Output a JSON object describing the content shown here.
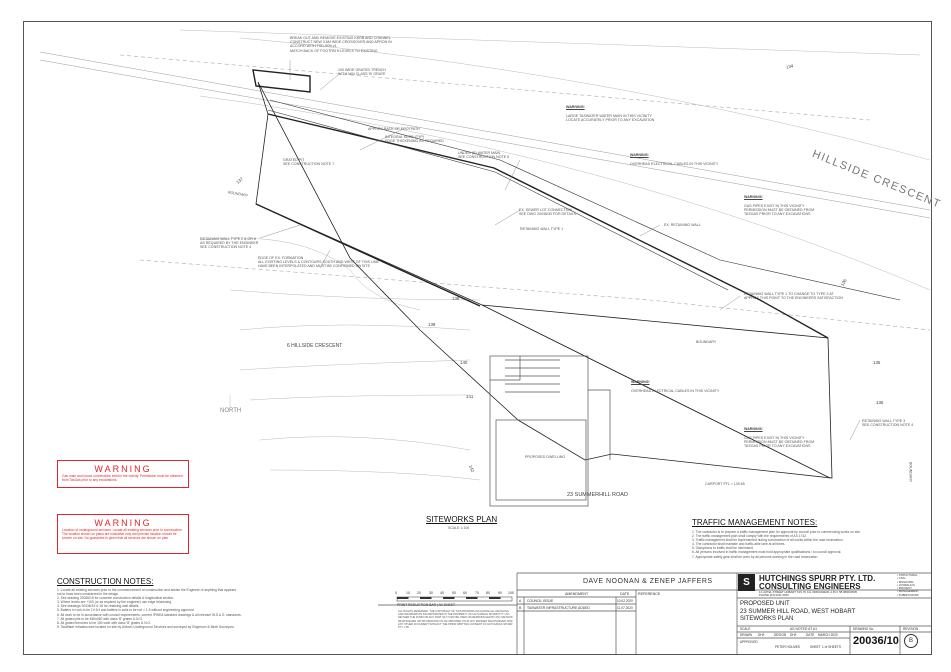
{
  "notes": {
    "breakout": "BREAK OUT AND REMOVE EXISTING KERB AND CHANNEL\nCONSTRUCT NEW 3.6M WIDE CROSSOVER AND APRON IN\nACCORD WITH TSD-R09-v1\nMATCH BACK OF FOOTPATH LEVELS TO EXISTING",
    "grated_trench": "100 WIDE GRATED TRENCH\nWITH MIN CLASS 'B' GRATE",
    "approx_back": "APPROX BACK OF FOOTPATH",
    "integral_kerb": "INTEGRAL KERB (TYP)\nEDGE THICKENING AS REQUIRED",
    "water_main": "UNDER (E) WATER MAIN\nSEE CONSTRUCTION NOTE 5",
    "grated_pit": "GRATED PIT\nSEE CONSTRUCTION NOTE 7",
    "sewer": "EX. SEWER LOT CONNECTION\nSEE DWG 20036/30 FOR DETAILS",
    "retaining_type1": "RETAINING WALL TYPE 1",
    "retaining_type24": "RETAINING WALL TYPE 2 & OR 8\nAS REQUIRED BY THE ENGINEER\nSEE CONSTRUCTION NOTE 4",
    "edge_formation": "EDGE OF EX. FORMATION\nALL EXISTING LEVELS & CONTOURS SOUTH AND WEST OF THIS LINE\nHAVE BEEN INTERPOLATED AND MUST BE CONFIRMED ON SITE",
    "ex_retaining": "EX. RETAINING WALL",
    "retaining_change": "RETAINING WALL TYPE 1 TO CHANGE TO TYPE 3 AT\nAPPROX THIS POINT TO THE ENGINEERS SATISFACTION",
    "retaining_type3": "RETAINING WALL TYPE 3\nSEE CONSTRUCTION NOTE 4",
    "carport": "CARPORT FFL = 139.65",
    "proposed_dwelling": "PROPOSED DWELLING",
    "boundary1": "BOUNDARY",
    "boundary2": "BOUNDARY",
    "boundary3": "BOUNDARY"
  },
  "warnings": [
    {
      "title": "WARNING!",
      "text": "LARGE TASWATER WATER MAIN IN THIS VICINITY\nLOCATE ACCURATELY PRIOR TO ANY EXCAVATION"
    },
    {
      "title": "WARNING!",
      "text": "OVERHEAD ELECTRICAL CABLES IN THIS VICINITY"
    },
    {
      "title": "WARNING!",
      "text": "GAS PIPES EXIST IN THIS VICINITY\nPERMISSION MUST BE OBTAINED FROM\nTASGAS PRIOR TO ANY EXCAVATIONS"
    },
    {
      "title": "WARNING!",
      "text": "OVERHEAD ELECTRICAL CABLES IN THIS VICINITY"
    },
    {
      "title": "WARNING!",
      "text": "GAS PIPES EXIST IN THIS VICINITY\nPERMISSION MUST BE OBTAINED FROM\nTASGAS PRIOR TO ANY EXCAVATIONS"
    }
  ],
  "map_labels": {
    "street": "HILLSIDE CRESCENT",
    "lot_neighbour": "6 HILLSIDE CRESCENT",
    "lot_site": "23 SUMMERHILL ROAD",
    "north": "NORTH",
    "contours": [
      "134",
      "135",
      "136",
      "137",
      "138",
      "139",
      "140",
      "141",
      "142",
      "135",
      "136",
      "137"
    ]
  },
  "red_warnings": [
    {
      "title": "WARNING",
      "text": "Gas main and house connections exist in the vicinity. Permission must be obtained from TasGas prior to any excavations."
    },
    {
      "title": "WARNING",
      "text": "Location of underground services: Locate all existing services prior to construction. The location shown on plans are indicative only and precise location should be proven on site. No guarantee is given that all services are shown on plan."
    }
  ],
  "siteworks": {
    "title": "SITEWORKS PLAN",
    "scale": "SCALE 1:100"
  },
  "traffic": {
    "title": "TRAFFIC MANAGEMENT NOTES:",
    "items": [
      "1.   The contractor is to prepare a traffic management plan for approval by council prior to commencing works on site.",
      "2.   The traffic management plan shall comply with the requirements of AS 1742.",
      "3.   Traffic management shall be implemented during construction of all works within the road reservation.",
      "4.   The contractor shall maintain and traffic-able lane at all times.",
      "5.   Disruptions to traffic shall be minimised.",
      "6.   All persons involved in traffic management must hold appropriate qualifications / to council approval.",
      "7.   Appropriate safety gear shall be worn by all persons working in the road reservation."
    ]
  },
  "construction": {
    "title": "CONSTRUCTION NOTES:",
    "items": [
      "1.   Locate all existing services prior to the commencement of construction and advise the Engineer of anything that appears",
      "      not to have been considered in the design.",
      "2.   See drawing 20036/15 for concrete construction details & longitudinal section.",
      "3.   Where levels are +100 (or as required by the engineer) use edge thickening.",
      "4.   See drawings 20036/15 & 16 for retaining wall details.",
      "5.   Batters in rock to be 1V:1H and batters in soils to be not > 1:3 without engineering approval.",
      "6.   All work to be in accordance with council requirements, current IPWEA standard drawings & all relevant W.S.& S. standards.",
      "7.   All grated pits to be 450x450 with class 'B' grates U.N.O.",
      "8.   All grated trenches to be 150 wide with class 'B' grates U.N.O.",
      "9.   TasWater infrastructure located on site by Airborn Underground Services and surveyed by Rogerson & Birch Surveyors."
    ]
  },
  "scale_bar": {
    "ticks": [
      "0",
      "10",
      "20",
      "30",
      "40",
      "50",
      "60",
      "70",
      "80",
      "90",
      "100"
    ],
    "caption": "PRINT REDUCTION BAR | A1 SHEET"
  },
  "copyright": "ALL RIGHTS RESERVED. THE COPYRIGHT OF THIS DRAWING INCLUDING ALL DETAILING AND INFORMATION INCORPORATED IS THE PROPERTY OF HUTCHINGS SPURR PTY. LTD. NEITHER THE FORM OR ANY PART OF IT MAY BE USED OR REPRODUCED BY ANY METHOD WHATSOEVER OR INFORMATION IN OR OBTAINED ON IN ANY MANNER WHATSOEVER NOR ANY OTHER DOCUMENT WITHOUT THE PRIOR WRITTEN CONSENT OF HUTCHINGS SPURR PTY. LTD.",
  "revisions": {
    "header": [
      "",
      "AMENDMENT",
      "DATE"
    ],
    "rows": [
      [
        "A",
        "COUNCIL ISSUE",
        "10.02.2020"
      ],
      [
        "B",
        "TASWATER INFRASTRUCTURE ADDED",
        "11.07.2020"
      ]
    ],
    "reference_label": "REFERENCE"
  },
  "title_block": {
    "client": "DAVE NOONAN & ZENEP JAFFERS",
    "company_line1": "HUTCHINGS SPURR PTY. LTD.",
    "company_line2": "CONSULTING ENGINEERS",
    "company_address": "11 HOTEL STREET HOBART TAS 7K CH. DRIDGWEIR. A.B.N. 58 086000535\nPHONE (03) 6231 0000",
    "disciplines": "• STRUCTURAL\n• CIVIL\n• MUNICIPAL\n• HYDRAULIC\n• PROJECT\n• MANAGEMENT\n• SUBDIVISIONS",
    "project": "PROPOSED UNIT\n23 SUMMER HILL ROAD, WEST HOBART\nSITEWORKS PLAN",
    "scale_label": "SCALE",
    "scale_value": "AS NOTED AT A1",
    "drawn_label": "DRAWN",
    "drawn_value": "DH/I",
    "design_label": "DESIGN",
    "design_value": "DH/I",
    "date_label": "DATE",
    "date_value": "MARCH 2020",
    "approved_label": "APPROVED",
    "approved_value": "PETER HOLMES",
    "sheet_label": "SHEET",
    "sheet_value": "1 of SHEETS",
    "drawing_no_label": "DRAWING No.",
    "drawing_no": "20036/10",
    "revision_label": "REVISION",
    "revision": "B"
  }
}
